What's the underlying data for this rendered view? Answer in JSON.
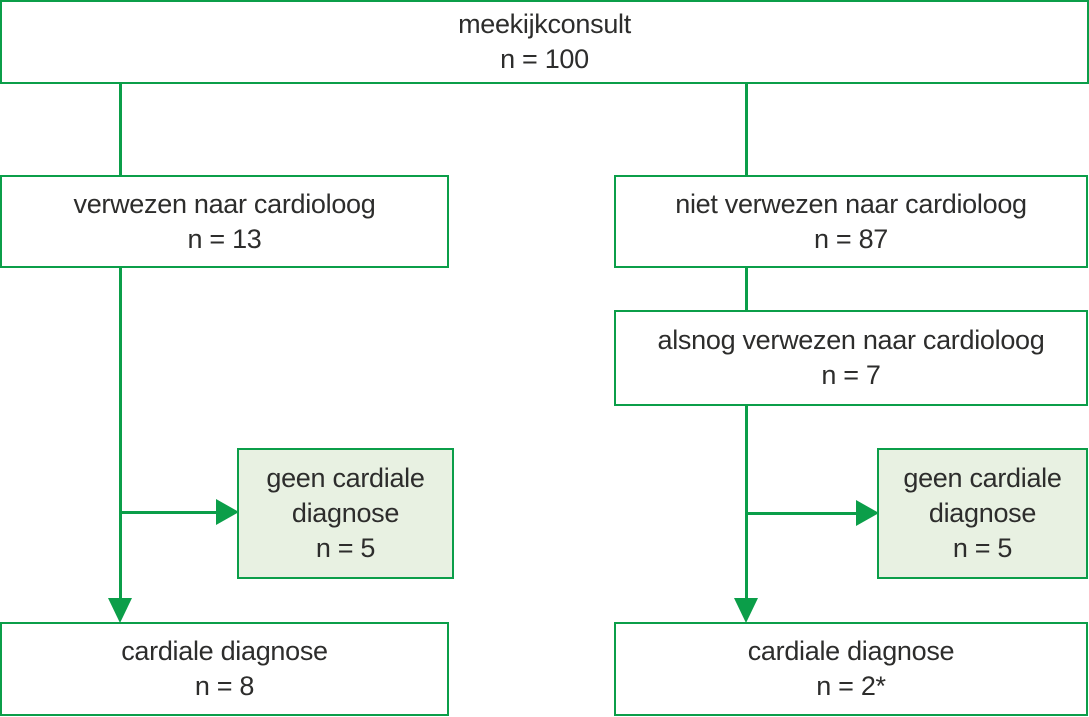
{
  "diagram_type": "flowchart",
  "language": "nl",
  "nodes": {
    "root": {
      "label": "meekijkconsult",
      "count": "n = 100"
    },
    "referred": {
      "label": "verwezen naar cardioloog",
      "count": "n = 13"
    },
    "not_referred": {
      "label": "niet verwezen naar cardioloog",
      "count": "n = 87"
    },
    "later_referred": {
      "label": "alsnog verwezen naar cardioloog",
      "count": "n = 7"
    },
    "no_cardiac_left": {
      "label": "geen cardiale diagnose",
      "count": "n = 5"
    },
    "no_cardiac_right": {
      "label": "geen cardiale diagnose",
      "count": "n = 5"
    },
    "cardiac_left": {
      "label": "cardiale diagnose",
      "count": "n = 8"
    },
    "cardiac_right": {
      "label": "cardiale diagnose",
      "count": "n = 2*"
    }
  },
  "edges": [
    {
      "from": "root",
      "to": "referred",
      "style": "line"
    },
    {
      "from": "root",
      "to": "not_referred",
      "style": "line"
    },
    {
      "from": "not_referred",
      "to": "later_referred",
      "style": "line"
    },
    {
      "from": "referred",
      "to": "no_cardiac_left",
      "style": "arrow"
    },
    {
      "from": "referred",
      "to": "cardiac_left",
      "style": "arrow"
    },
    {
      "from": "later_referred",
      "to": "no_cardiac_right",
      "style": "arrow"
    },
    {
      "from": "later_referred",
      "to": "cardiac_right",
      "style": "arrow"
    }
  ],
  "colors": {
    "accent_green": "#0b9e49",
    "shaded_fill": "#e8f1e2",
    "text": "#2d2d2c",
    "background": "#ffffff"
  }
}
